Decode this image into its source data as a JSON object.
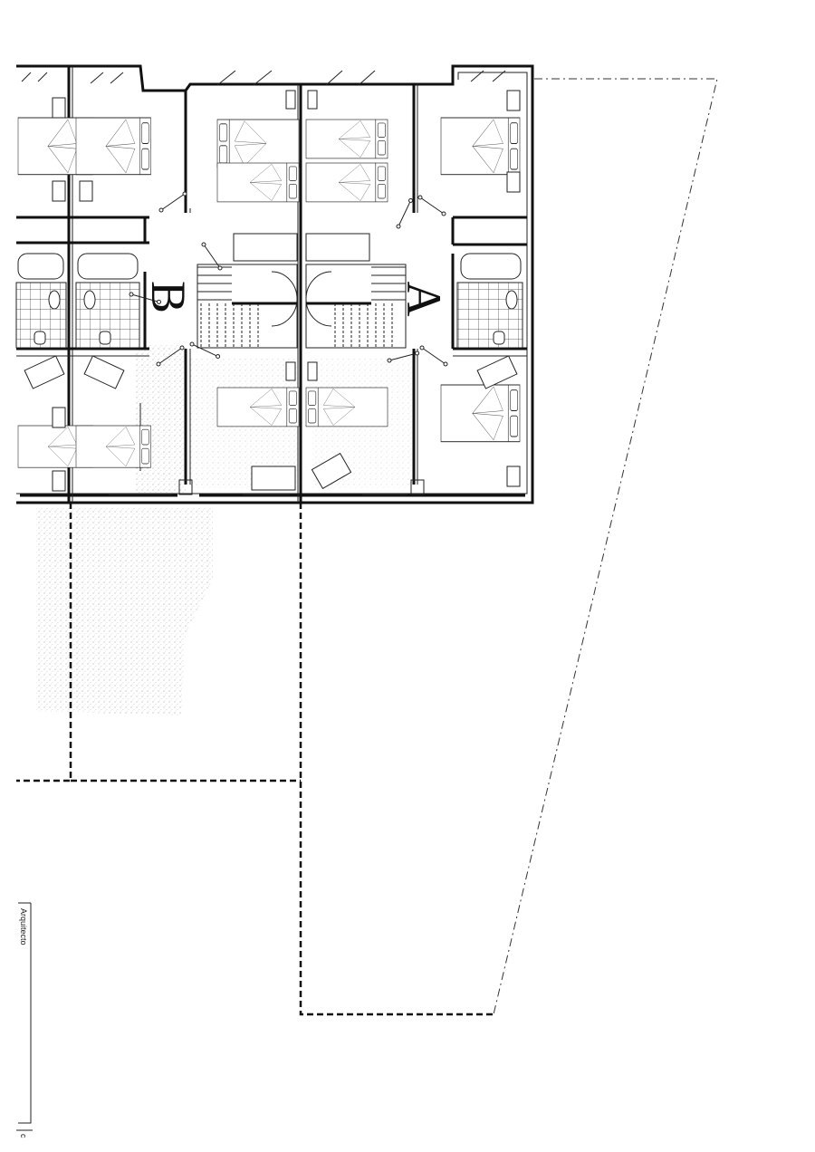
{
  "plan": {
    "unit_a_label": "A",
    "unit_b_label": "B",
    "title_block_label": "Arquitecto",
    "title_block_label_2": "c"
  }
}
